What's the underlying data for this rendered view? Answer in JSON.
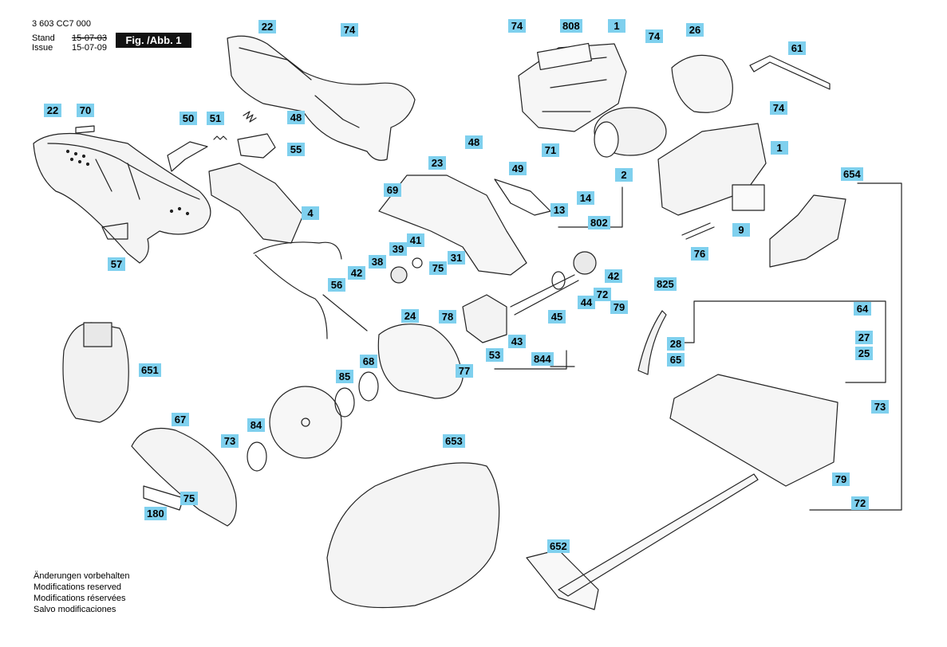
{
  "header": {
    "part_number": "3 603 CC7 000",
    "stand_label": "Stand",
    "issue_label": "Issue",
    "stand_date": "15-07-03",
    "issue_date": "15-07-09",
    "figure_label": "Fig. /Abb. 1"
  },
  "notes": [
    "Änderungen vorbehalten",
    "Modifications reserved",
    "Modifications réservées",
    "Salvo modificaciones"
  ],
  "callouts": [
    "22",
    "74",
    "22",
    "70",
    "50",
    "51",
    "48",
    "55",
    "4",
    "57",
    "74",
    "808",
    "1",
    "74",
    "26",
    "61",
    "74",
    "1",
    "48",
    "23",
    "71",
    "49",
    "69",
    "2",
    "14",
    "13",
    "802",
    "9",
    "654",
    "76",
    "41",
    "39",
    "38",
    "42",
    "31",
    "75",
    "56",
    "42",
    "44",
    "825",
    "72",
    "79",
    "64",
    "78",
    "24",
    "43",
    "45",
    "53",
    "844",
    "77",
    "28",
    "27",
    "65",
    "25",
    "651",
    "68",
    "85",
    "73",
    "67",
    "84",
    "73",
    "653",
    "79",
    "75",
    "180",
    "72",
    "652"
  ]
}
